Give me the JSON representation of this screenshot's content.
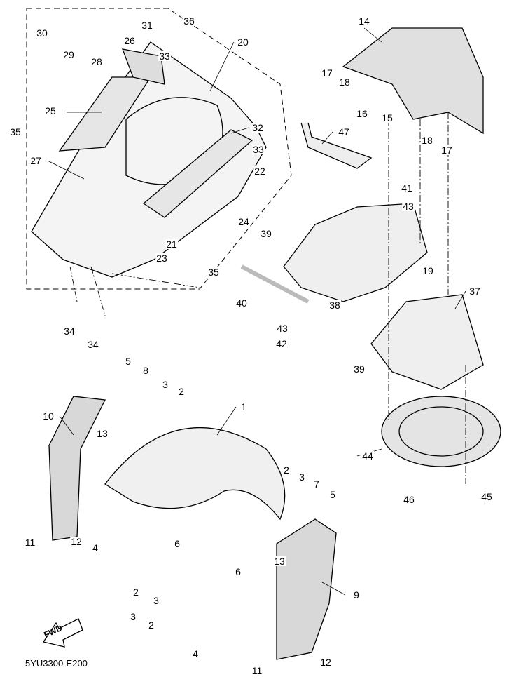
{
  "diagram": {
    "drawing_code": "5YU3300-E200",
    "direction_arrow": "FWD",
    "callouts": [
      "30",
      "36",
      "31",
      "20",
      "26",
      "29",
      "28",
      "33",
      "14",
      "17",
      "18",
      "25",
      "16",
      "15",
      "18",
      "17",
      "32",
      "35",
      "47",
      "33",
      "27",
      "22",
      "41",
      "43",
      "24",
      "39",
      "21",
      "23",
      "35",
      "19",
      "40",
      "37",
      "38",
      "34",
      "34",
      "43",
      "42",
      "39",
      "5",
      "8",
      "3",
      "2",
      "1",
      "10",
      "13",
      "2",
      "3",
      "7",
      "5",
      "44",
      "46",
      "45",
      "11",
      "12",
      "4",
      "6",
      "6",
      "13",
      "2",
      "3",
      "9",
      "3",
      "2",
      "4",
      "11",
      "12"
    ]
  }
}
